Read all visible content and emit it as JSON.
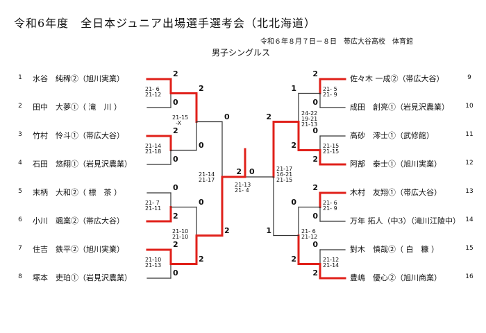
{
  "header": {
    "title": "令和6年度　全日本ジュニア出場選手選考会（北北海道）",
    "subtitle": "令和６年８月７日－８日　帯広大谷高校　体育館",
    "event": "男子シングルス"
  },
  "players_left": [
    {
      "seed": "1",
      "name": "水谷　純稀②（旭川実業）"
    },
    {
      "seed": "2",
      "name": "田中　大夢①（ 滝　川 ）"
    },
    {
      "seed": "3",
      "name": "竹村　怜斗①（帯広大谷）"
    },
    {
      "seed": "4",
      "name": "石田　悠翔①（岩見沢農業）"
    },
    {
      "seed": "5",
      "name": "末柄　大和②（ 標　茶 ）"
    },
    {
      "seed": "6",
      "name": "小川　颯業②（帯広大谷）"
    },
    {
      "seed": "7",
      "name": "住吉　鉄平②（旭川実業）"
    },
    {
      "seed": "8",
      "name": "塚本　吏珀①（岩見沢農業）"
    }
  ],
  "players_right": [
    {
      "seed": "9",
      "name": "佐々木 一成②（帯広大谷）"
    },
    {
      "seed": "10",
      "name": "成田　創亮①（岩見沢農業）"
    },
    {
      "seed": "11",
      "name": "高砂　澪士①（武修館）"
    },
    {
      "seed": "12",
      "name": "阿部　泰士①（旭川実業）"
    },
    {
      "seed": "13",
      "name": "木村　友翔①（帯広大谷）"
    },
    {
      "seed": "14",
      "name": "万年 拓人（中3）（滝川江陵中）"
    },
    {
      "seed": "15",
      "name": "對木　慎哉②（ 白　糠 ）"
    },
    {
      "seed": "16",
      "name": "豊嶋　優心②（旭川商業）"
    }
  ],
  "scores": {
    "l1": [
      "2",
      "0",
      "2",
      "0",
      "0",
      "2",
      "2",
      "0"
    ],
    "l2": [
      "2",
      "0",
      "0",
      "2"
    ],
    "l3": [
      "0",
      "2"
    ],
    "r1": [
      "2",
      "0",
      "0",
      "2",
      "2",
      "0",
      "0",
      "2"
    ],
    "r2": [
      "1",
      "2",
      "0",
      "2"
    ],
    "r3": [
      "2",
      "1"
    ],
    "final": [
      "2",
      "0"
    ]
  },
  "details": {
    "l1_m1": "21- 6\n21-12",
    "l1_m2": "21-14\n21-18",
    "l1_m3": "21- 7\n21-11",
    "l1_m4": "21-10\n21-13",
    "l2_m1": "21-15\n  -X",
    "l2_m2": "21-10\n21-10",
    "l3_m1": "21-14\n21-17",
    "final": "21-13\n21- 4",
    "r1_m1": "21- 5\n21- 9",
    "r1_m2": "21-15\n21-15",
    "r1_m3": "21- 6\n21- 9",
    "r1_m4": "21-12\n21-14",
    "r2_m1": "24-22\n19-21\n21-13",
    "r2_m2": "21- 6\n21-12",
    "r3_m1": "21-17\n16-21\n21-15"
  },
  "colors": {
    "winner": "#e0201a",
    "line": "#333333"
  }
}
